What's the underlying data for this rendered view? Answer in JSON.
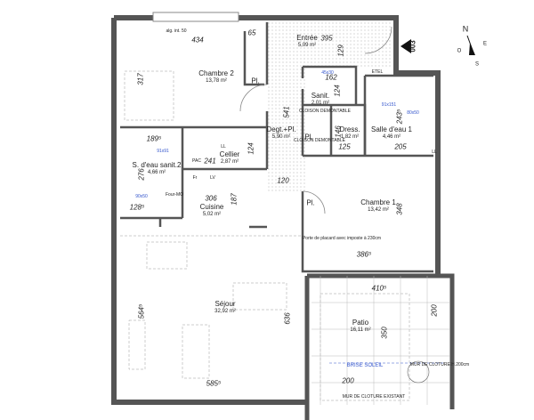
{
  "rooms": [
    {
      "name": "Chambre 2",
      "area": "13,78 m²"
    },
    {
      "name": "Entrée",
      "area": "5,09 m²"
    },
    {
      "name": "Sanit.",
      "area": "2,01 m²"
    },
    {
      "name": "Dress.",
      "area": "1,82 m²"
    },
    {
      "name": "Salle d'eau 1",
      "area": "4,46 m²"
    },
    {
      "name": "Degt.+Pl.",
      "area": "5,90 m²"
    },
    {
      "name": "Cellier",
      "area": "2,87 m²"
    },
    {
      "name": "S. d'eau sanit.2",
      "area": "4,66 m²"
    },
    {
      "name": "Cuisine",
      "area": "5,02 m²"
    },
    {
      "name": "Chambre 1",
      "area": "13,42 m²"
    },
    {
      "name": "Séjour",
      "area": "32,92 m²"
    },
    {
      "name": "Patio",
      "area": "16,11 m²"
    }
  ],
  "dimensions": [
    "434",
    "65",
    "317",
    "395",
    "129",
    "162",
    "124",
    "541",
    "243⁵",
    "125",
    "146",
    "205",
    "189⁵",
    "241",
    "124",
    "276",
    "120",
    "306",
    "187",
    "128⁵",
    "348",
    "386⁵",
    "564⁵",
    "636",
    "585⁵",
    "410⁵",
    "200",
    "350",
    "200"
  ],
  "annotations": {
    "pl": "Pl.",
    "ll": "LL",
    "pac": "PAC",
    "fr": "Fr",
    "lv": "LV",
    "four": "Four-MO",
    "etel": "ETEL",
    "cloison": "CLOISON DEMONTABLE",
    "brise": "BRISE SOLEIL",
    "mur_existant": "MUR DE CLOTURE EXISTANT",
    "mur_cloture": "MUR DE CLOTURE H.200cm",
    "porte": "Porte de placard avec imposte à 230cm",
    "shower1": "91x151",
    "shower2": "91x91",
    "basin1": "80x50",
    "basin2": "90x50",
    "wc": "45x30",
    "vent": "alg. int. 50"
  },
  "entry_marker": "003",
  "compass": {
    "n": "N",
    "s": "S",
    "e": "E",
    "o": "O"
  },
  "colors": {
    "wall": "#555555",
    "hatch": "#bbbbbb",
    "blue": "#3355cc"
  }
}
